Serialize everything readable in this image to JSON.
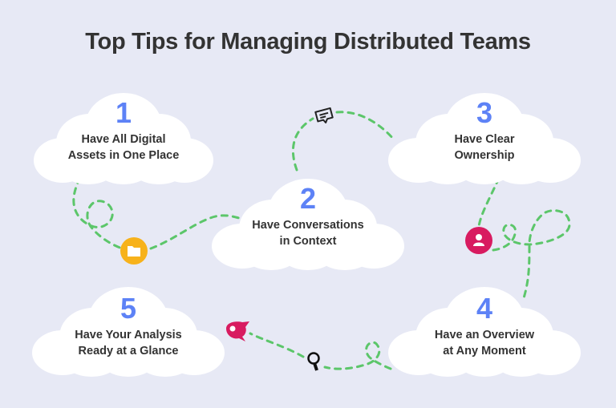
{
  "title": "Top Tips for Managing Distributed Teams",
  "colors": {
    "background": "#e7e9f5",
    "number": "#5d82f6",
    "text": "#333333",
    "path": "#5cc66a",
    "folder_icon_bg": "#f7b21b",
    "user_icon_bg": "#d81b60",
    "rocket": "#d81b60"
  },
  "tips": [
    {
      "number": "1",
      "line1": "Have All Digital",
      "line2": "Assets in One Place"
    },
    {
      "number": "2",
      "line1": "Have Conversations",
      "line2": "in Context"
    },
    {
      "number": "3",
      "line1": "Have Clear",
      "line2": "Ownership"
    },
    {
      "number": "4",
      "line1": "Have an Overview",
      "line2": "at Any Moment"
    },
    {
      "number": "5",
      "line1": "Have Your Analysis",
      "line2": "Ready at a Glance"
    }
  ],
  "icons": {
    "chat": "chat-bubble-icon",
    "folder": "folder-icon",
    "user": "user-icon",
    "rocket": "rocket-icon",
    "search": "magnifier-icon"
  }
}
